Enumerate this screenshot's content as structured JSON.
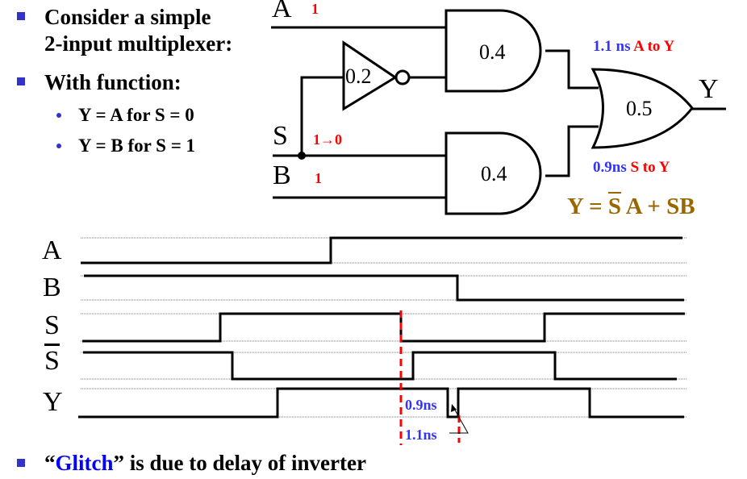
{
  "bullets": [
    {
      "lines": [
        "Consider a simple",
        "2-input multiplexer:"
      ]
    },
    {
      "lines": [
        "With function:"
      ],
      "sub": [
        "Y = A for  S = 0",
        "Y = B for  S = 1"
      ]
    }
  ],
  "circuit": {
    "input_labels": {
      "A": "A",
      "S": "S",
      "B": "B",
      "Y": "Y"
    },
    "input_values": {
      "A": "1",
      "S": "1→0",
      "B": "1"
    },
    "gates": {
      "inverter_delay": "0.2",
      "and_top_delay": "0.4",
      "and_bottom_delay": "0.4",
      "or_delay": "0.5"
    },
    "path_a": {
      "time": "1.1 ns",
      "path": "A to Y"
    },
    "path_s": {
      "time": "0.9ns",
      "path": "S to Y"
    },
    "equation": {
      "lhs": "Y = ",
      "sbar": "S",
      "rhs": " A + SB"
    }
  },
  "colors": {
    "bullet": "#3333cc",
    "delay_blue": "#3333ff",
    "path_red": "#ff0000",
    "equation": "#996600",
    "glitch": "#0000ff"
  },
  "timing": {
    "signals": [
      {
        "label": "A",
        "overbar": false
      },
      {
        "label": "B",
        "overbar": false
      },
      {
        "label": "S",
        "overbar": false
      },
      {
        "label": "S",
        "overbar": true
      },
      {
        "label": "Y",
        "overbar": false
      }
    ],
    "annotations": {
      "short": "0.9ns",
      "long": "1.1ns"
    }
  },
  "footer": {
    "quote_open": "“",
    "glitch": "Glitch",
    "quote_close": "”",
    "rest": " is due to delay of inverter"
  }
}
